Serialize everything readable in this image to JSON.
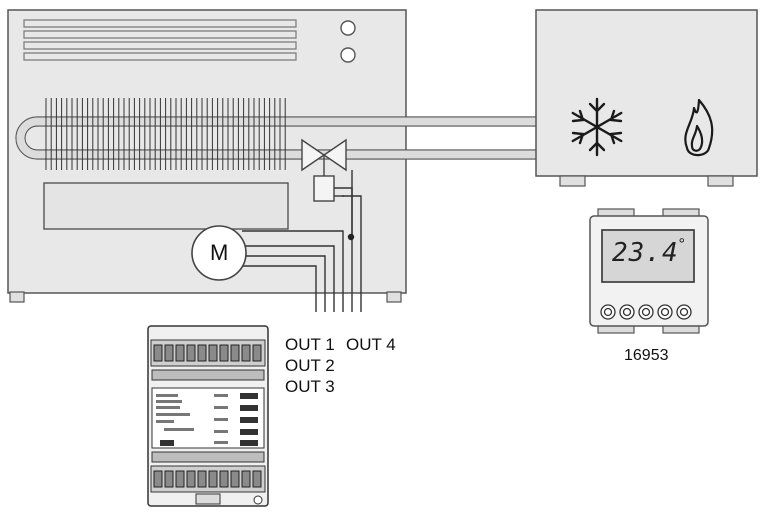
{
  "motor": {
    "label": "M"
  },
  "outputs": {
    "out1": "OUT 1",
    "out2": "OUT 2",
    "out3": "OUT 3",
    "out4": "OUT 4"
  },
  "thermostat": {
    "display_value": "23.4",
    "unit_glyph": "°",
    "code": "16953"
  },
  "icons": {
    "cooling": "snowflake-icon",
    "heating": "flame-icon"
  },
  "colors": {
    "unit_body": "#e6e6e6",
    "outline": "#555555",
    "pipe": "#dcdcdc"
  }
}
